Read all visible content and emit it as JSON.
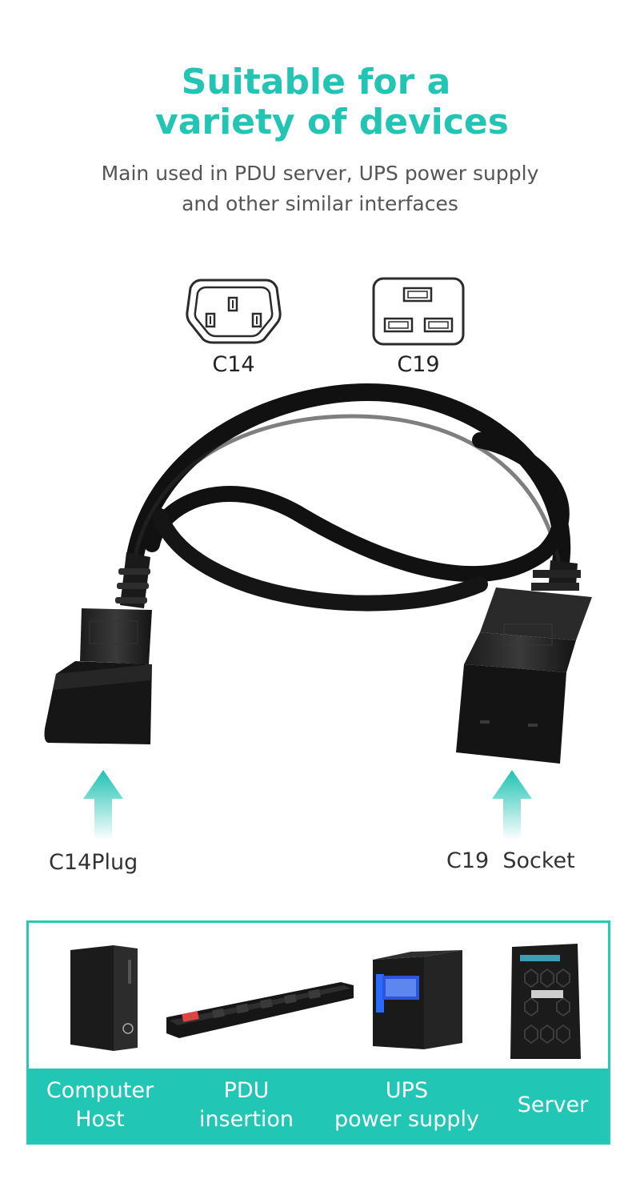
{
  "header": {
    "title_line1": "Suitable for a",
    "title_line2": "variety of devices",
    "subtitle_line1": "Main used in PDU server, UPS power supply",
    "subtitle_line2": "and other similar interfaces"
  },
  "connectors": {
    "c14_label": "C14",
    "c19_label": "C19"
  },
  "ends": {
    "left_label": "C14Plug",
    "right_label": "C19  Socket"
  },
  "devices": [
    {
      "line1": "Computer",
      "line2": "Host"
    },
    {
      "line1": "PDU",
      "line2": "insertion"
    },
    {
      "line1": "UPS",
      "line2": "power supply"
    },
    {
      "line1": "Server",
      "line2": ""
    }
  ],
  "colors": {
    "accent": "#22c4b4",
    "text": "#555555",
    "cable": "#111111"
  }
}
